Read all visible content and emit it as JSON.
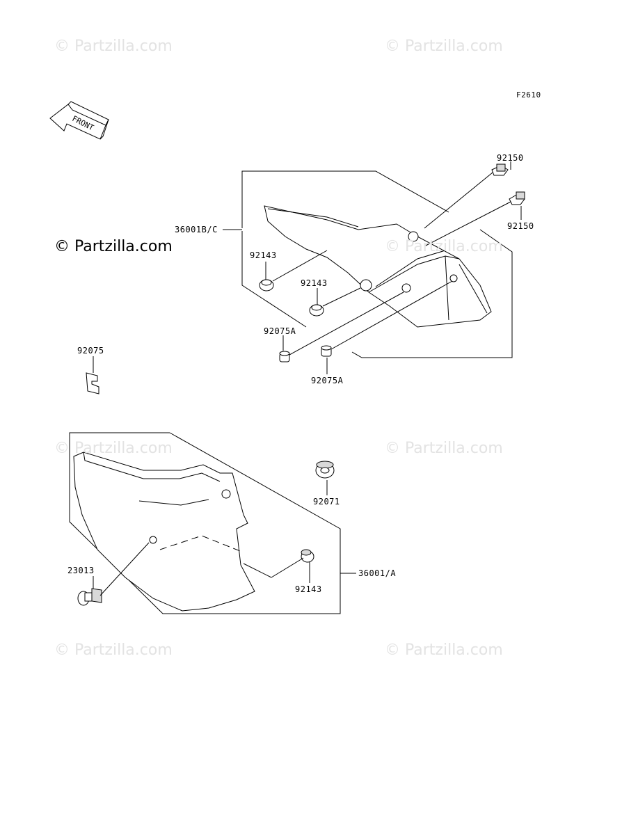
{
  "diagram_code": "F2610",
  "front_label": "FRONT",
  "watermarks": {
    "top_left": "© Partzilla.com",
    "top_right": "© Partzilla.com",
    "mid_left": "© Partzilla.com",
    "mid_center": "© Partzilla.com",
    "lower_left": "© Partzilla.com",
    "lower_right": "© Partzilla.com",
    "bottom_left": "© Partzilla.com",
    "bottom_right": "© Partzilla.com"
  },
  "callouts": {
    "bolt_upper": "92150",
    "bolt_lower": "92150",
    "upper_cover": "36001B/C",
    "grommet_a": "92143",
    "grommet_b": "92143",
    "collar_a": "92075A",
    "collar_b": "92075A",
    "clip": "92075",
    "grommet_large": "92071",
    "lower_cover": "36001/A",
    "grommet_c": "92143",
    "screw": "23013"
  }
}
